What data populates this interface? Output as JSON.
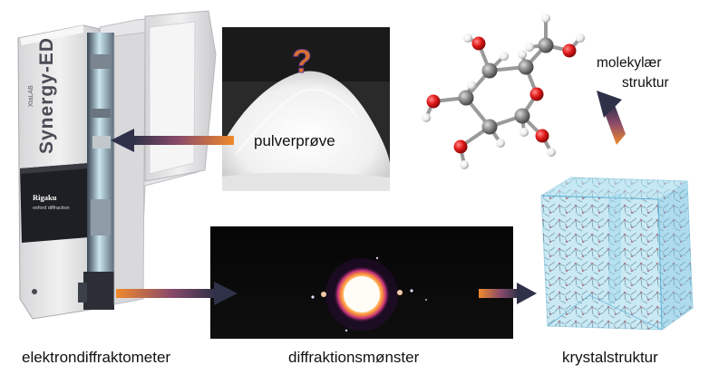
{
  "labels": {
    "powder": "pulverprøve",
    "molecular_1": "molekylær",
    "molecular_2": "struktur",
    "instrument": "elektrondiffraktometer",
    "pattern": "diffraktionsmønster",
    "crystal": "krystalstruktur"
  },
  "instrument_branding": {
    "model": "Synergy-ED",
    "brand_small": "XtaLAB",
    "maker": "Rigaku",
    "maker_sub": "oxford diffraction"
  },
  "powder_mark": "?",
  "colors": {
    "arrow_dark": "#2e3148",
    "arrow_mid": "#8a4a6a",
    "arrow_warm": "#f08a2c",
    "question": "#d8722e",
    "oxygen": "#e21a1a",
    "carbon": "#8a8a8a",
    "hydrogen": "#f2f2f2",
    "crystal_fill": "#9ed8ee"
  }
}
